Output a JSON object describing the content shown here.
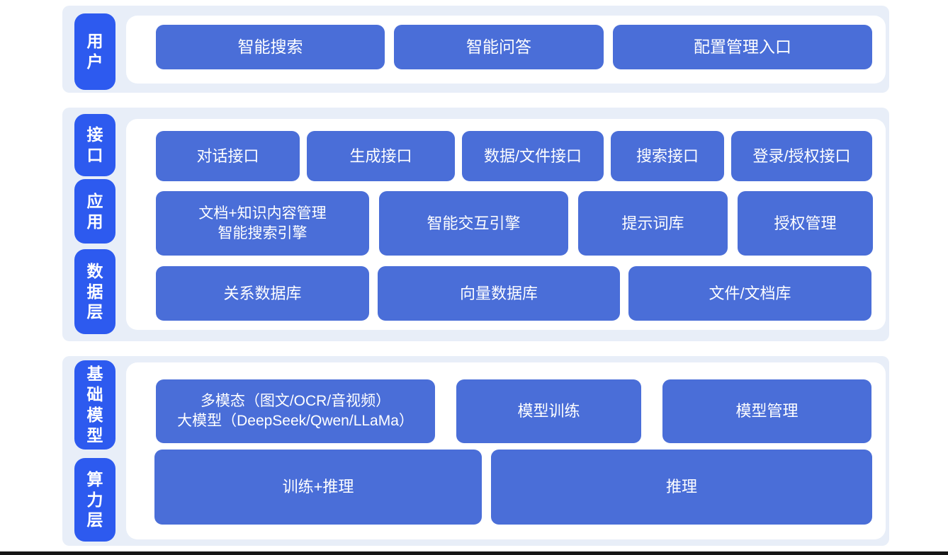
{
  "colors": {
    "band_background": "#e8eef8",
    "panel_background": "#ffffff",
    "block_blue": "#4a6ed8",
    "layer_label_blue": "#2d5aef",
    "text": "#ffffff",
    "bottom_edge": "#161616"
  },
  "sections": [
    {
      "labels": [
        {
          "label": "用户"
        }
      ],
      "rows": [
        {
          "buttons": [
            {
              "label": "智能搜索"
            },
            {
              "label": "智能问答"
            },
            {
              "label": "配置管理入口"
            }
          ]
        }
      ]
    },
    {
      "labels": [
        {
          "label": "接口"
        },
        {
          "label": "应用"
        },
        {
          "label": "数据层"
        }
      ],
      "rows": [
        {
          "buttons": [
            {
              "label": "对话接口"
            },
            {
              "label": "生成接口"
            },
            {
              "label": "数据/文件接口"
            },
            {
              "label": "搜索接口"
            },
            {
              "label": "登录/授权接口"
            }
          ]
        },
        {
          "buttons": [
            {
              "label": "文档+知识内容管理",
              "label2": "智能搜索引擎"
            },
            {
              "label": "智能交互引擎"
            },
            {
              "label": "提示词库"
            },
            {
              "label": "授权管理"
            }
          ]
        },
        {
          "buttons": [
            {
              "label": "关系数据库"
            },
            {
              "label": "向量数据库"
            },
            {
              "label": "文件/文档库"
            }
          ]
        }
      ]
    },
    {
      "labels": [
        {
          "label": "基础模型"
        },
        {
          "label": "算力层"
        }
      ],
      "rows": [
        {
          "buttons": [
            {
              "label": "多模态（图文/OCR/音视频）",
              "label2": "大模型（DeepSeek/Qwen/LLaMa）"
            },
            {
              "label": "模型训练"
            },
            {
              "label": "模型管理"
            }
          ]
        },
        {
          "buttons": [
            {
              "label": "训练+推理"
            },
            {
              "label": "推理"
            }
          ]
        }
      ]
    }
  ]
}
